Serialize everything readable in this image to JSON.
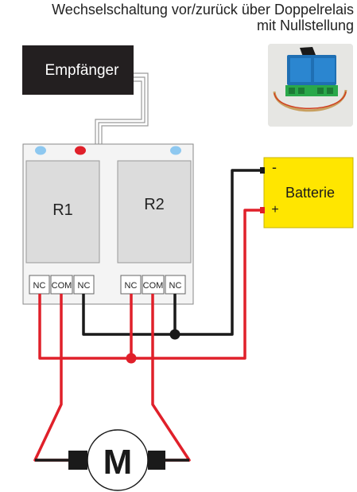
{
  "title": {
    "line1": "Wechselschaltung vor/zurück über Doppelrelais",
    "line2": "mit Nullstellung"
  },
  "receiver": {
    "label": "Empfänger"
  },
  "relays": [
    {
      "label": "R1"
    },
    {
      "label": "R2"
    }
  ],
  "terminals": {
    "r1": [
      "NC",
      "COM",
      "NC"
    ],
    "r2": [
      "NC",
      "COM",
      "NC"
    ]
  },
  "battery": {
    "label": "Batterie",
    "minus": "-",
    "plus": "+"
  },
  "motor": {
    "label": "M"
  },
  "colors": {
    "wire_positive": "#e0202a",
    "wire_negative": "#1a1a1a",
    "receiver_bg": "#231f20",
    "battery_bg": "#ffe600",
    "board_bg": "#f4f4f4",
    "relay_bg": "#dcdcdc",
    "led_blue": "#8ec8f0",
    "led_red": "#e0202a"
  }
}
